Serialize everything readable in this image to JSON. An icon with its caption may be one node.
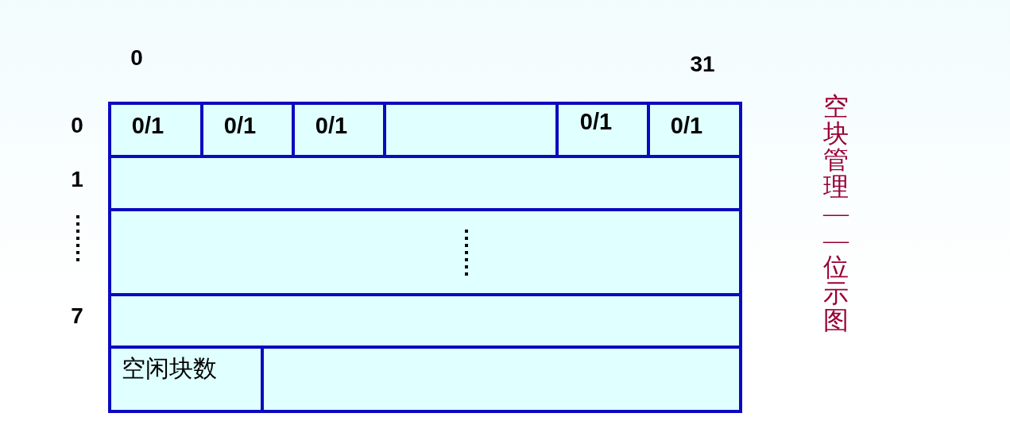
{
  "diagram": {
    "title": "空块管理——位示图",
    "labels": [
      "0",
      "31",
      "0",
      "0/1",
      "0/1",
      "0/1",
      "0/1",
      "0/1",
      "1",
      "7",
      "空闲块数"
    ]
  }
}
